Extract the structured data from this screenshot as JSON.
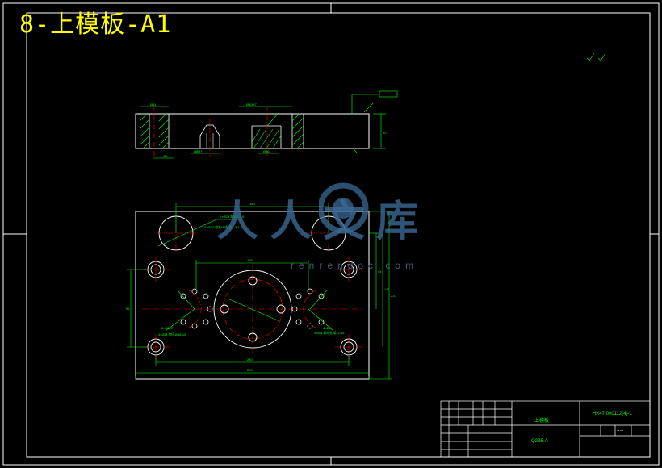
{
  "title": "8-上模板-A1",
  "watermark": {
    "brand": "人人文库",
    "url": "renrendoc.com"
  },
  "title_block": {
    "part_name": "上模板",
    "material": "Q235-A",
    "drawing_number": "HX47.000112(4)-1",
    "scale": "1:1"
  },
  "colors": {
    "background": "#000000",
    "outline": "#ffffff",
    "dimension": "#00ff00",
    "centerline": "#ff0000",
    "title": "#ffff00",
    "watermark": "#3a6a96"
  }
}
